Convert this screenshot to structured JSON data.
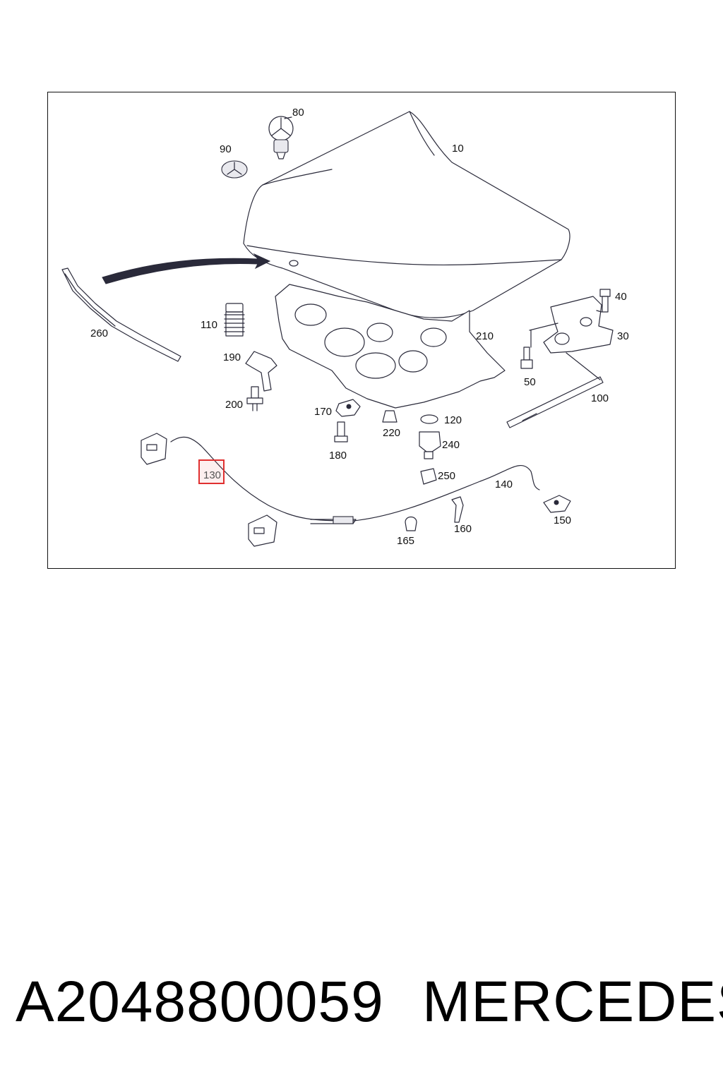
{
  "diagram": {
    "callouts": [
      {
        "id": "80",
        "label": "80"
      },
      {
        "id": "90",
        "label": "90"
      },
      {
        "id": "10",
        "label": "10"
      },
      {
        "id": "260",
        "label": "260"
      },
      {
        "id": "110",
        "label": "110"
      },
      {
        "id": "210",
        "label": "210"
      },
      {
        "id": "40",
        "label": "40"
      },
      {
        "id": "30",
        "label": "30"
      },
      {
        "id": "190",
        "label": "190"
      },
      {
        "id": "50",
        "label": "50"
      },
      {
        "id": "200",
        "label": "200"
      },
      {
        "id": "170",
        "label": "170"
      },
      {
        "id": "220",
        "label": "220"
      },
      {
        "id": "120",
        "label": "120"
      },
      {
        "id": "100",
        "label": "100"
      },
      {
        "id": "180",
        "label": "180"
      },
      {
        "id": "240",
        "label": "240"
      },
      {
        "id": "130",
        "label": "130"
      },
      {
        "id": "250",
        "label": "250"
      },
      {
        "id": "140",
        "label": "140"
      },
      {
        "id": "150",
        "label": "150"
      },
      {
        "id": "160",
        "label": "160"
      },
      {
        "id": "165",
        "label": "165"
      }
    ],
    "highlighted_callout": "130",
    "highlight_color": "#e03030"
  },
  "footer": {
    "part_number": "A2048800059",
    "brand": "MERCEDES"
  }
}
